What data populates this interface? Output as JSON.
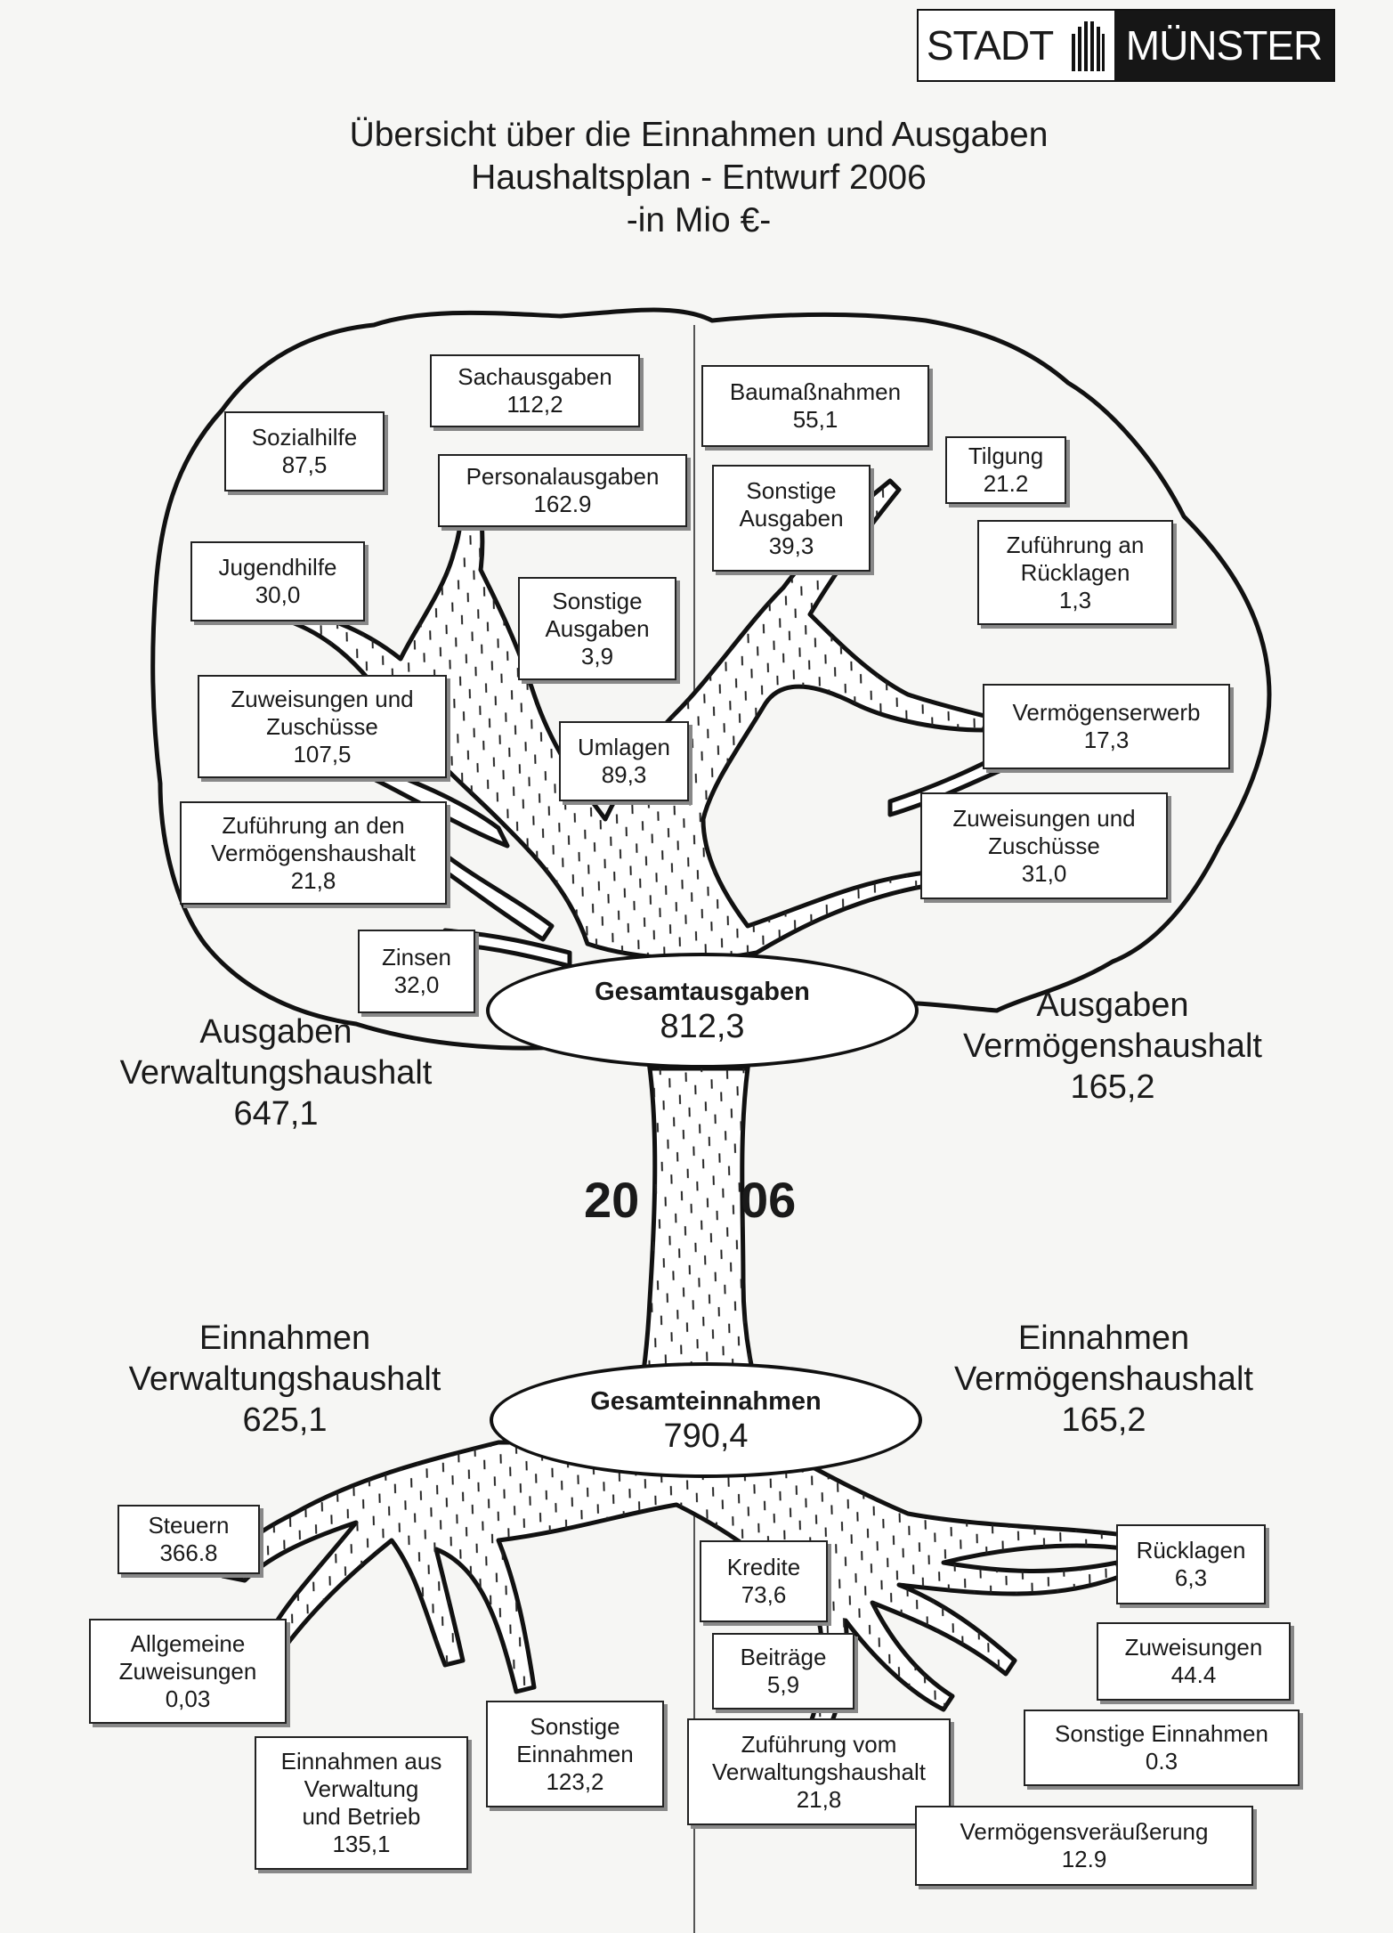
{
  "logo": {
    "left_text": "STADT",
    "right_text": "MÜNSTER",
    "mark_icon": "city-building-icon"
  },
  "title": {
    "line1": "Übersicht über die Einnahmen und Ausgaben",
    "line2": "Haushaltsplan - Entwurf  2006",
    "line3": "-in Mio €-"
  },
  "year": {
    "left": "20",
    "right": "06"
  },
  "totals": {
    "expenses": {
      "label": "Gesamtausgaben",
      "value": "812,3"
    },
    "revenues": {
      "label": "Gesamteinnahmen",
      "value": "790,4"
    }
  },
  "sections": {
    "ausgaben_vw": {
      "line1": "Ausgaben",
      "line2": "Verwaltungshaushalt",
      "value": "647,1"
    },
    "ausgaben_vm": {
      "line1": "Ausgaben",
      "line2": "Vermögenshaushalt",
      "value": "165,2"
    },
    "einnahmen_vw": {
      "line1": "Einnahmen",
      "line2": "Verwaltungshaushalt",
      "value": "625,1"
    },
    "einnahmen_vm": {
      "line1": "Einnahmen",
      "line2": "Vermögenshaushalt",
      "value": "165,2"
    }
  },
  "ausgaben_verwaltung": [
    {
      "label": "Sachausgaben",
      "value": "112,2"
    },
    {
      "label": "Sozialhilfe",
      "value": "87,5"
    },
    {
      "label": "Personalausgaben",
      "value": "162.9"
    },
    {
      "label": "Jugendhilfe",
      "value": "30,0"
    },
    {
      "label": "Sonstige\nAusgaben",
      "value": "3,9"
    },
    {
      "label": "Zuweisungen und\nZuschüsse",
      "value": "107,5"
    },
    {
      "label": "Umlagen",
      "value": "89,3"
    },
    {
      "label": "Zuführung an den\nVermögenshaushalt",
      "value": "21,8"
    },
    {
      "label": "Zinsen",
      "value": "32,0"
    }
  ],
  "ausgaben_vermoegen": [
    {
      "label": "Baumaßnahmen",
      "value": "55,1"
    },
    {
      "label": "Tilgung",
      "value": "21.2"
    },
    {
      "label": "Sonstige\nAusgaben",
      "value": "39,3"
    },
    {
      "label": "Zuführung an\nRücklagen",
      "value": "1,3"
    },
    {
      "label": "Vermögenserwerb",
      "value": "17,3"
    },
    {
      "label": "Zuweisungen und\nZuschüsse",
      "value": "31,0"
    }
  ],
  "einnahmen_verwaltung": [
    {
      "label": "Steuern",
      "value": "366.8"
    },
    {
      "label": "Allgemeine\nZuweisungen",
      "value": "0,03"
    },
    {
      "label": "Sonstige\nEinnahmen",
      "value": "123,2"
    },
    {
      "label": "Einnahmen aus\nVerwaltung\nund Betrieb",
      "value": "135,1"
    }
  ],
  "einnahmen_vermoegen": [
    {
      "label": "Kredite",
      "value": "73,6"
    },
    {
      "label": "Rücklagen",
      "value": "6,3"
    },
    {
      "label": "Beiträge",
      "value": "5,9"
    },
    {
      "label": "Zuweisungen",
      "value": "44.4"
    },
    {
      "label": "Sonstige Einnahmen",
      "value": "0.3"
    },
    {
      "label": "Zuführung vom\nVerwaltungshaushalt",
      "value": "21,8"
    },
    {
      "label": "Vermögensveräußerung",
      "value": "12.9"
    }
  ]
}
